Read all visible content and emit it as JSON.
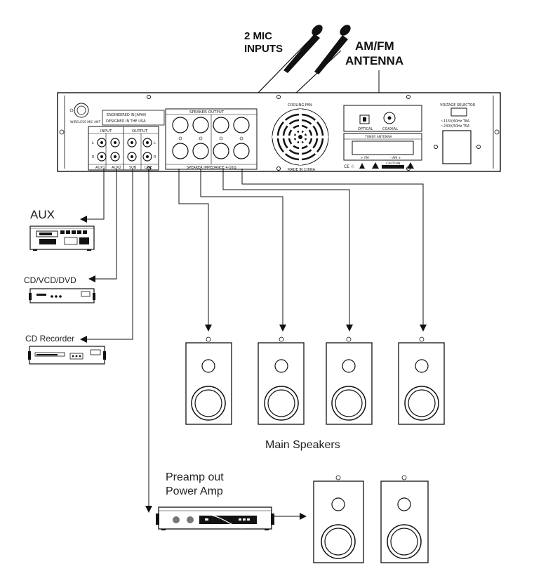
{
  "labels": {
    "mic_inputs_line1": "2 MIC",
    "mic_inputs_line2": "INPUTS",
    "antenna_line1": "AM/FM",
    "antenna_line2": "ANTENNA",
    "aux": "AUX",
    "cd_vcd_dvd": "CD/VCD/DVD",
    "cd_recorder": "CD Recorder",
    "main_speakers": "Main Speakers",
    "preamp_out": "Preamp out",
    "power_amp": "Power Amp"
  },
  "panel": {
    "wireless_mic": "WIRELESS MIC ANT",
    "engineered_in": "ENGINEERED IN JAPAN",
    "designed_in": "DESIGNED IN THE USA",
    "input": "INPUT",
    "output": "OUTPUT",
    "aux1": "AUX1",
    "aux2": "AUX2",
    "sub": "SUB",
    "line": "LINE",
    "ch_l": "L",
    "ch_r": "R",
    "speaker_output": "SPEAKER  OUTPUT",
    "speaker_impedance": "SPEAKER IMPEDANCE 4-16Ω",
    "cooling_fan": "COOLING FAN",
    "made_in_china": "MADE IN CHINA",
    "optical": "OPTICAL",
    "coaxial": "COAXIAL",
    "tuner_antenna": "TUNER ANTENNA",
    "fm": "+ FM",
    "am": "- AM +",
    "caution": "CAUTION",
    "ce_marks": "CE ♲",
    "voltage_selector": "VOLTAGE SELECTOR",
    "voltage_1": "~115V/60Hz T8A",
    "voltage_2": "~230V/50Hz T5A"
  }
}
